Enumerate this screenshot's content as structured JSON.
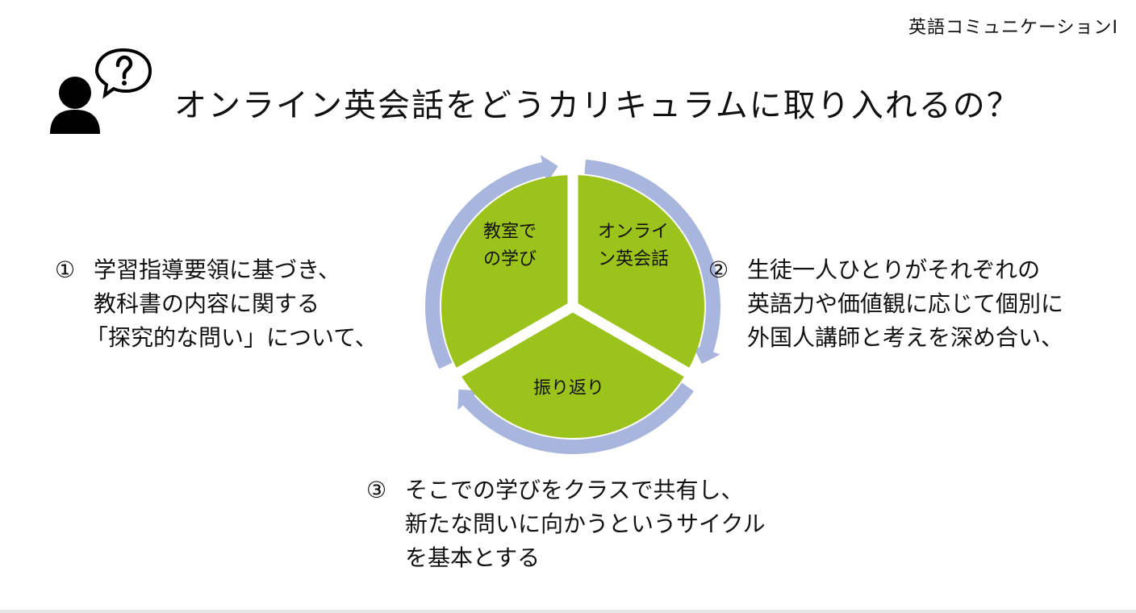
{
  "header": {
    "course_label": "英語コミュニケーションⅠ",
    "title": "オンライン英会話をどうカリキュラムに取り入れるの？"
  },
  "icons": {
    "person_question": "person-with-question-bubble-icon"
  },
  "cycle": {
    "segments": [
      {
        "label_lines": [
          "教室で",
          "の学び"
        ]
      },
      {
        "label_lines": [
          "オンライ",
          "ン英会話"
        ]
      },
      {
        "label_lines": [
          "振り返り"
        ]
      }
    ],
    "colors": {
      "segment_fill": "#9BC31C",
      "arrow_fill": "#A8B5DC",
      "separator": "#FFFFFF"
    }
  },
  "steps": [
    {
      "number": "①",
      "lines": [
        "学習指導要領に基づき、",
        "教科書の内容に関する",
        "「探究的な問い」について、"
      ]
    },
    {
      "number": "②",
      "lines": [
        "生徒一人ひとりがそれぞれの",
        "英語力や価値観に応じて個別に",
        "外国人講師と考えを深め合い、"
      ]
    },
    {
      "number": "③",
      "lines": [
        "そこでの学びをクラスで共有し、",
        "新たな問いに向かうというサイクル",
        "を基本とする"
      ]
    }
  ]
}
